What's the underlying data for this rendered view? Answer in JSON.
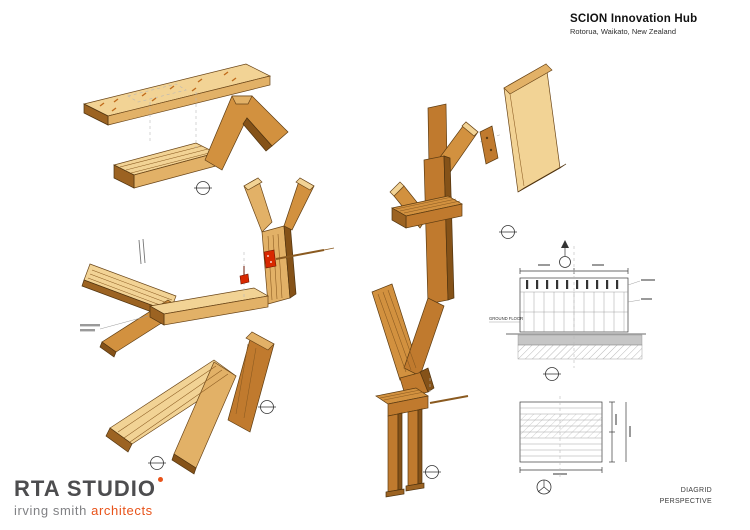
{
  "header": {
    "title": "SCION Innovation Hub",
    "subtitle": "Rotorua, Waikato, New Zealand"
  },
  "titleblock": {
    "drawing_type_line1": "DIAGRID",
    "drawing_type_line2": "PERSPECTIVE"
  },
  "logo": {
    "studio": "RTA STUDIO",
    "subline_plain": "irving smith ",
    "subline_accent": "architects"
  },
  "annotations": {
    "ground_floor_label": "GROUND FLOOR"
  },
  "colors": {
    "accent": "#e8531a",
    "logo_text": "#4d4d4f",
    "timber_light": "#f2d395",
    "timber_mid": "#e2b167",
    "timber_orange": "#d2913f",
    "timber_deep": "#c07a2e",
    "timber_dark": "#9c6322",
    "connector_red": "#d82800"
  }
}
